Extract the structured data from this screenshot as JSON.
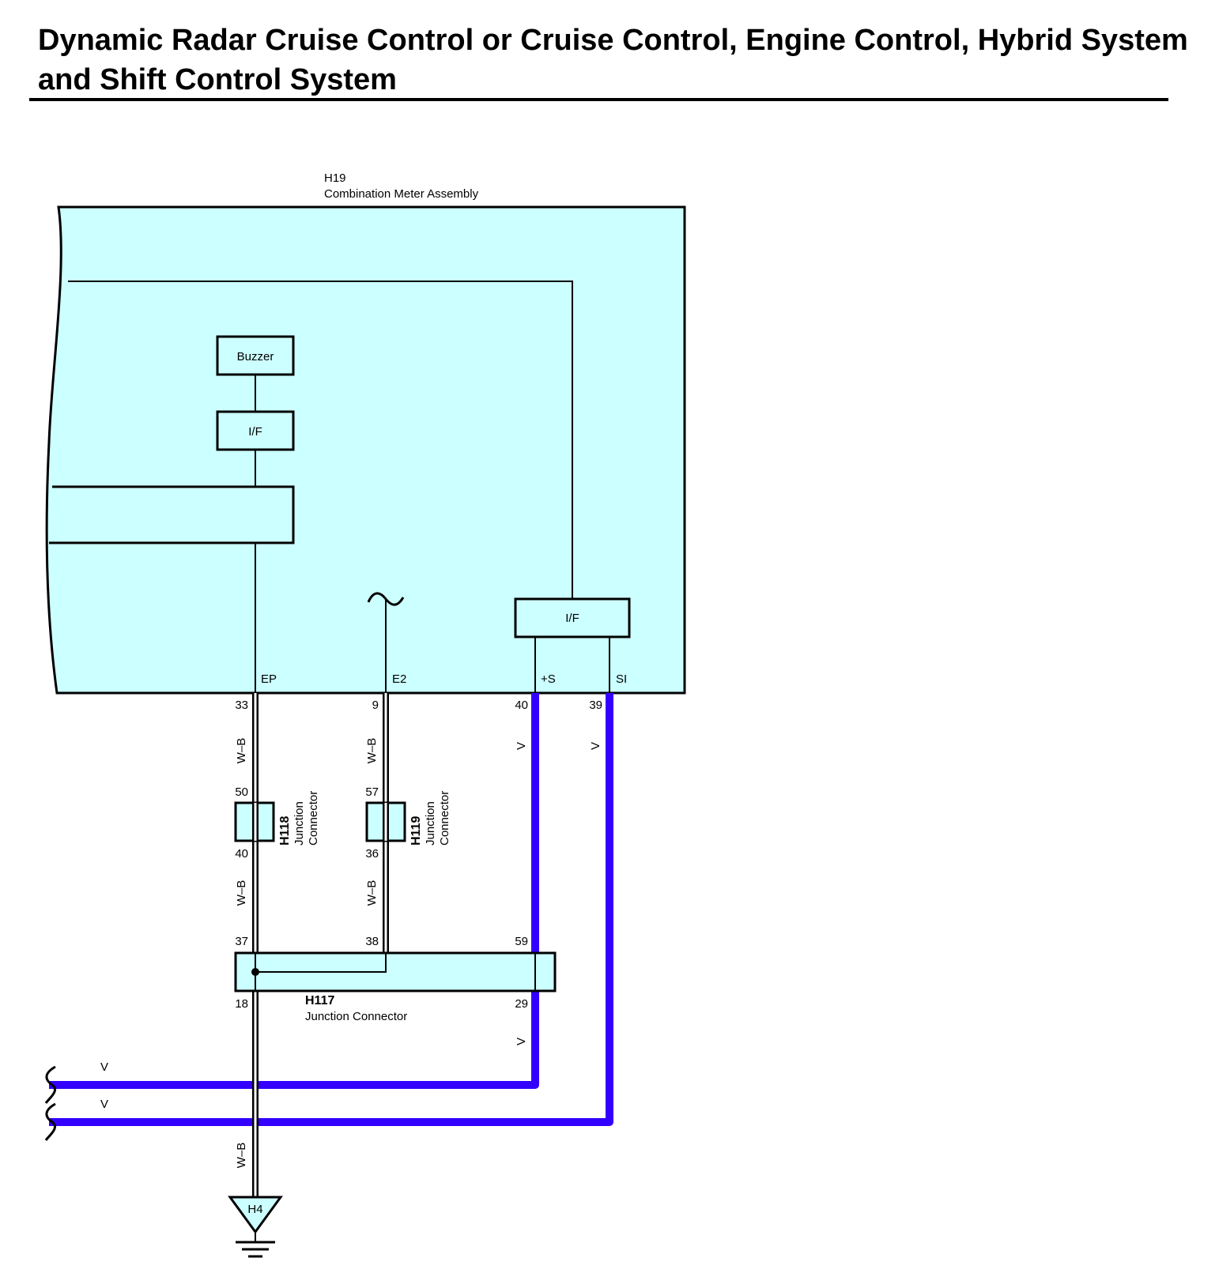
{
  "title": "Dynamic Radar Cruise Control or Cruise Control, Engine Control, Hybrid System and Shift Control System",
  "colors": {
    "box_fill": "#ccffff",
    "wire_v": "#3300ff",
    "line": "#000000"
  },
  "main_assembly": {
    "code": "H19",
    "name": "Combination Meter Assembly"
  },
  "blocks": {
    "buzzer": "Buzzer",
    "if_left": "I/F",
    "if_right": "I/F"
  },
  "terminals": {
    "ep": "EP",
    "e2": "E2",
    "plus_s": "+S",
    "si": "SI"
  },
  "pins": {
    "ep": "33",
    "e2": "9",
    "plus_s": "40",
    "si": "39",
    "h118_in": "50",
    "h118_out": "40",
    "h119_in": "57",
    "h119_out": "36",
    "h117_ep": "37",
    "h117_e2": "38",
    "h117_s": "59",
    "h117_out1": "18",
    "h117_out2": "29"
  },
  "wire_colors": {
    "ep_top": "W–B",
    "e2_top": "W–B",
    "plus_s": "V",
    "si": "V",
    "ep_mid": "W–B",
    "e2_mid": "W–B",
    "h117_out": "V",
    "bottom1": "V",
    "bottom2": "V",
    "ground_wire": "W–B"
  },
  "connectors": {
    "h118": {
      "code": "H118",
      "line1": "Junction",
      "line2": "Connector"
    },
    "h119": {
      "code": "H119",
      "line1": "Junction",
      "line2": "Connector"
    },
    "h117": {
      "code": "H117",
      "name": "Junction Connector"
    }
  },
  "ground": {
    "code": "H4"
  }
}
